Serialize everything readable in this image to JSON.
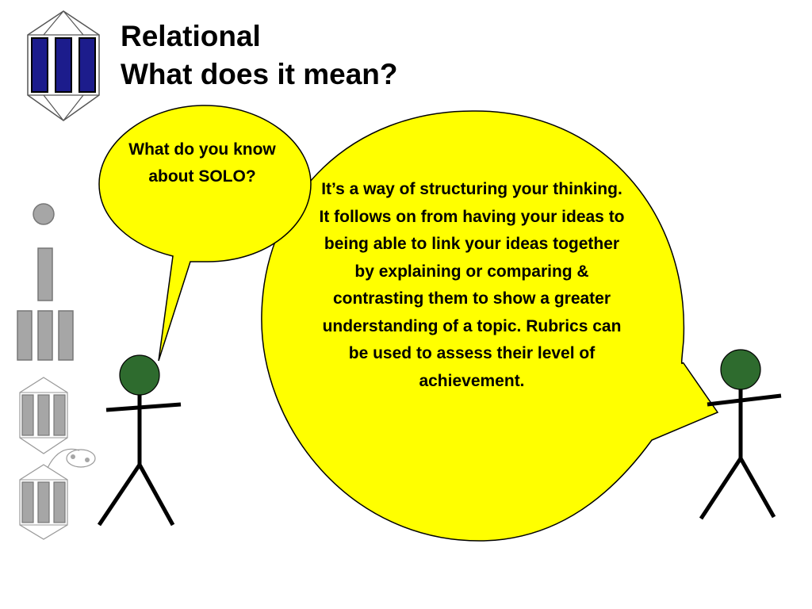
{
  "slide": {
    "title_line1": "Relational",
    "title_line2": "What does it mean?"
  },
  "bubbles": {
    "question": "What do you know about SOLO?",
    "answer": "It’s a way of structuring your thinking. It follows on from having your ideas to being able to link your ideas together by explaining or comparing & contrasting them to show a greater understanding of a topic. Rubrics can be used to assess their level of achievement."
  },
  "colors": {
    "bubble_fill": "#ffff00",
    "figure_head": "#2e6b2e",
    "logo_blue": "#1c1c8c",
    "sidebar_grey": "#a6a6a6"
  },
  "icons": [
    "relational-logo-icon",
    "prestructural-icon",
    "unistructural-icon",
    "multistructural-icon",
    "relational-icon",
    "extended-abstract-icon"
  ]
}
